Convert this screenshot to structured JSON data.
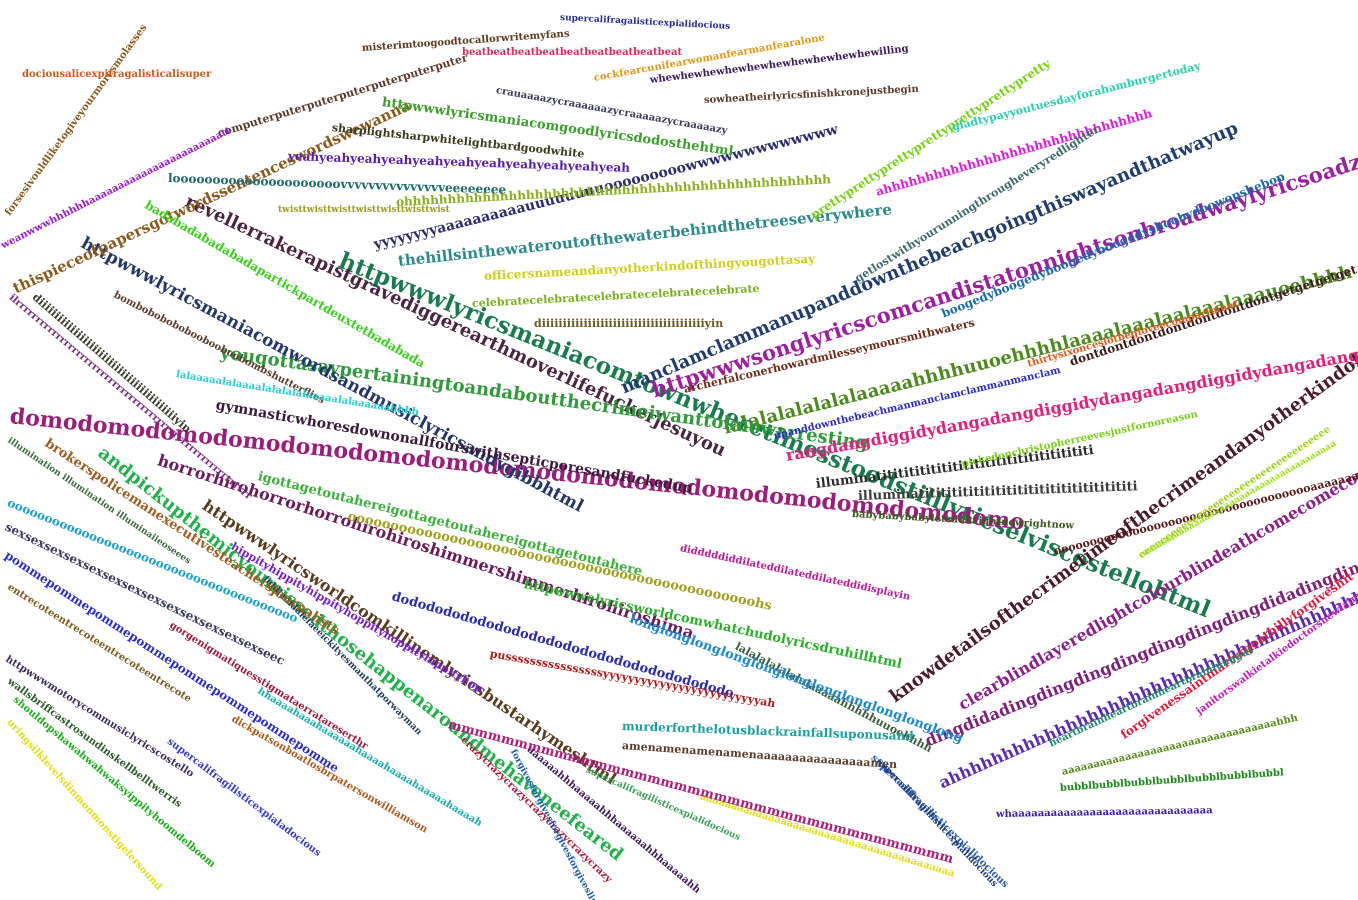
{
  "words": [
    {
      "text": "httpwwwlyricsmaniacomtownwheretimesstoodstilllyricselviscostellohtml",
      "color": "#1a7a4f"
    },
    {
      "text": "domodomodomodomodomodomodomodomodomodomodomodomodomodomodomo",
      "color": "#9b1c7a"
    },
    {
      "text": "httpwwwsonglyricscomcandistatonnightsonbroadwaylyricsoadzcptletahb",
      "color": "#9c1fa0"
    },
    {
      "text": "revellerrakerapistgravediggerearthmoverlifefuckerjesuyou",
      "color": "#4a2340"
    },
    {
      "text": "manclamclammanupanddownthebeachgoingthiswayandthatwayup",
      "color": "#1f3c6e"
    },
    {
      "text": "lalalalalalalalaaaaahhhhuuoehhhhlaaaalaaalaalaaalaaauoehhhh",
      "color": "#4d8a1e"
    },
    {
      "text": "yougottasaypertainingtoandaboutthecrimeiwanttoknowarresting",
      "color": "#2e9a3a"
    },
    {
      "text": "andpickupthemicyoumissedthosehappenaroundmehaveneefeared",
      "color": "#22b04b"
    },
    {
      "text": "horrorhirohorrorhorrohirohiroshimmershimmerhirohiroshima",
      "color": "#6a1a5a"
    },
    {
      "text": "httpwwwlyricsmaniacomwordsandmusiclyricsandygibbhtml",
      "color": "#23356b"
    },
    {
      "text": "knowdetailsofthecrimetimeofthecrimeandanyotherkindofthing",
      "color": "#4a1a2a"
    },
    {
      "text": "rangdangdiggidydangadangdiggidydangadangdiggidydangadang",
      "color": "#e0207a"
    },
    {
      "text": "httpwwwlyricsworldcomkillinemlyricsbustarhymeshtml",
      "color": "#5a3a1a"
    },
    {
      "text": "clearblindlayeredlightcolourblindeathcomecomecomecome",
      "color": "#8a1f8a"
    },
    {
      "text": "dingdidadingdingdingdingdingdingdingdidadingdingding",
      "color": "#7a1f7a"
    },
    {
      "text": "ahhhhhhhhhhhhhhhhhhhhhhhhhhhhhhhhhhhhhhhhhhhh",
      "color": "#5a2ab0"
    },
    {
      "text": "thehillsinthewateroutofthewaterbehindthetreeseverywhere",
      "color": "#2b8a8a"
    },
    {
      "text": "yyyyyyyyaaaaaaaaaauuuuuuuuooooooooowwwwwwwwwwwww",
      "color": "#2a2a6e"
    },
    {
      "text": "thispieceofpapersgotwordssentenceswordswewanna",
      "color": "#8a5a1a"
    },
    {
      "text": "gymnasticwhoresdownonallfourswithsepticporesandfuckedup",
      "color": "#3a1a3a"
    },
    {
      "text": "igottagetoutahereigottagetoutahereigottagetoutahere",
      "color": "#3ab03a"
    },
    {
      "text": "illuminatitititititititititititititititititititi",
      "color": "#2a2a2a"
    },
    {
      "text": "illuminatitititititititititititititititititititi",
      "color": "#3a3a3a"
    },
    {
      "text": "lalalalalalalalaaaaahhhhhuuoehhhh",
      "color": "#3a5a3a"
    },
    {
      "text": "dodododododododododododododododododododo",
      "color": "#2a2ab0"
    },
    {
      "text": "longlonglonglonglonglonglonglonglonglonglong",
      "color": "#1a8ad0"
    },
    {
      "text": "oooooooooooooooooooooooooooooooooooooooooooooooohs",
      "color": "#a0a01a"
    },
    {
      "text": "httpwwwlyricsmaniacomgoodlyricsdodosthehtml",
      "color": "#3aa02a"
    },
    {
      "text": "httpwwwelyricsworldcomwhatchudolyricsdruhillhtml",
      "color": "#2ab02a"
    },
    {
      "text": "murderforthelotusblackrainfallsuponusand",
      "color": "#1aa0a0"
    },
    {
      "text": "ohhhhhhhhhhhhhhhhhhhhhhhhhhhhhhhhhhhhhhhhhhhhhhhhh",
      "color": "#8ab01a"
    },
    {
      "text": "looooooooooooooooooooovvvvvvvvvvvvvvveeeeeeee",
      "color": "#1a6a6a"
    },
    {
      "text": "yeahyeahyeahyeahyeahyeahyeahyeahyeahyeahyeah",
      "color": "#5a1ab0"
    },
    {
      "text": "sharplightsharpwhitelightbardgoodwhite",
      "color": "#3a3a1a"
    },
    {
      "text": "computerputerputerputerputerputerputer",
      "color": "#5a3a2a"
    },
    {
      "text": "prettyprettyprettyprettyprettyprettypretty",
      "color": "#7ad01a"
    },
    {
      "text": "ahhhhhhhhhhhhhhhhhhhhhhhhhhhhhhhh",
      "color": "#e01ae0"
    },
    {
      "text": "gladtypayyoutuesdayforahamburgertoday",
      "color": "#2ad0b0"
    },
    {
      "text": "getlostwithyourunningthrougheveryredlighter",
      "color": "#3a6a6a"
    },
    {
      "text": "boogedyboogedyboogedyboogedyshoobydoowopshebop",
      "color": "#1a6ab0"
    },
    {
      "text": "dontdontdontdontdontdontdontgetgetgetget",
      "color": "#3a1a1a"
    },
    {
      "text": "thirtysixonceslotbegloveecompartment",
      "color": "#e05a1a"
    },
    {
      "text": "officersnameandanyotherkindofthingyougottasay",
      "color": "#d0d01a"
    },
    {
      "text": "celebratecelebratecelebratecelebratecelebrate",
      "color": "#7ab01a"
    },
    {
      "text": "diiiiiiiiiiiiiiiiiiiiiiiiiiiiiiiiiiiiiiiyin",
      "color": "#6a5a1a"
    },
    {
      "text": "badabadabadabadapartickpartdeuxtetbadabada",
      "color": "#3ad01a"
    },
    {
      "text": "bomboboboboboobooboobombshutterflies",
      "color": "#5a3a2a"
    },
    {
      "text": "lalaaaaalalaaaalalalalalaaaaalalaaaaaahhhh",
      "color": "#2ad0d0"
    },
    {
      "text": "archerfalconerhowardmilesseymoursmithwaters",
      "color": "#6a2a1a"
    },
    {
      "text": "upanddownthebeachmanmanclamclammanmanclam",
      "color": "#2a2ad0"
    },
    {
      "text": "pickedonchristopherreevesjustfornoreason",
      "color": "#7ad01a"
    },
    {
      "text": "babybabybabyletsdoitrightnowrightnow",
      "color": "#3a5a1a"
    },
    {
      "text": "ooooooooooooooooooooooooooooooooooooaaaaaaaaa",
      "color": "#5a1a1a"
    },
    {
      "text": "eeeeeeeeeeeeeeeeeeeeeeeeeeeeeeeeeeee",
      "color": "#a0d01a"
    },
    {
      "text": "aaaaaaaaaaaaaaaaaaaaaaaaaaaaaaaaaaaaaaaaa",
      "color": "#e0e01a"
    },
    {
      "text": "forgivenessaintmartyrgoatbillyforgiveshit",
      "color": "#e01a3a"
    },
    {
      "text": "janitorswalkietalkiedoctorsnewfaimit",
      "color": "#c01ac0"
    },
    {
      "text": "heartbrainheartbrainheartbrainlunggut",
      "color": "#1a8a6a"
    },
    {
      "text": "aaaaaaaaaaaaaaaaaaaaaaaaaaaaaaaaaahhh",
      "color": "#5a8a1a"
    },
    {
      "text": "bubblbubblbubblbubblbubblbubblbubbl",
      "color": "#1a8a1a"
    },
    {
      "text": "whaaaaaaaaaaaaaaaaaaaaaaaaaaaaaaa",
      "color": "#3a1ab0"
    },
    {
      "text": "aaaaaaaaaaaaaaaaaaaaaaaaaaaaaaaaaaaaaa",
      "color": "#a0e01a"
    },
    {
      "text": "supercalifragilisticexpialidocious",
      "color": "#2a5ab0"
    },
    {
      "text": "mmmmmmmmmmmmmmmmmmmmmmmmmmmmmmmmmmmmmm",
      "color": "#b01a7a"
    },
    {
      "text": "amenamenamenamenaaaaaaaaaaaaaaaamen",
      "color": "#5a3a2a"
    },
    {
      "text": "supercalifragilisticexpialidocious",
      "color": "#3aa05a"
    },
    {
      "text": "crazycrazycrazycrazycrazycrazycrazy",
      "color": "#b01a3a"
    },
    {
      "text": "forgivesforgivesforgivesforgiveslimit",
      "color": "#1a5ab0"
    },
    {
      "text": "aaaaaahhhaaaaahhhaaaaaahhhaaaaahh",
      "color": "#3a1a5a"
    },
    {
      "text": "pussssssssssssssssyyyyyyyyyyyyyyyyyyyyyyyyyah",
      "color": "#b01a1a"
    },
    {
      "text": "hippityhippityhippityhoppityhoppityhippityhop",
      "color": "#7a1ad0"
    },
    {
      "text": "hhaaaahaaahaaaaaahaaaahaaaahaaaaahaaaah",
      "color": "#1ab0b0"
    },
    {
      "text": "didddddiddilateddilateddilateddidisplayin",
      "color": "#c01a9a"
    },
    {
      "text": "gorgenigmatiquesstigmataerratareserthr",
      "color": "#a01a3a"
    },
    {
      "text": "dickpatsonboatlosbrpatersonwilliamson",
      "color": "#b05a1a"
    },
    {
      "text": "fiddlediddiefaeeickityesmanthatporwayman",
      "color": "#1a3a5a"
    },
    {
      "text": "brokerspolicemanexecutivesteachersjournalists",
      "color": "#a05a1a"
    },
    {
      "text": "sexsexsexsexsexsexsexsexsexsexsexsexsexseec",
      "color": "#3a3a5a"
    },
    {
      "text": "ooooooooooooooooooooooooooooooooooooooo",
      "color": "#1aa0d0"
    },
    {
      "text": "pommepommepommepommepommepommepommepomme",
      "color": "#2a2ad0"
    },
    {
      "text": "entrecoteentrecoteentrecoteentrecote",
      "color": "#7a5a1a"
    },
    {
      "text": "httpwwwmotorycommusiclyricscostello",
      "color": "#3a2a5a"
    },
    {
      "text": "wallsbriffcastrosundinskellbelltwerris",
      "color": "#2a5a2a"
    },
    {
      "text": "shouldopshawahwahwaksyippityhoomdelboom",
      "color": "#1ab01a"
    },
    {
      "text": "uringsilklevelsdinmonmonstigelersound",
      "color": "#e0e01a"
    },
    {
      "text": "supercalifragilisticexpialadocious",
      "color": "#3a3ad0"
    },
    {
      "text": "illumination illumination illuminaiieoseees",
      "color": "#3a6a3a"
    },
    {
      "text": "ilrrrrrrrrrrrrrrrrrrrrrrrrrrrrrrrrrrrrrrrrrrrrrrrrrrrrrrrrrr",
      "color": "#7a2a7a"
    },
    {
      "text": "diiiiiiiiiiiiiiiiiiiiiiiiiiiiiiiiiiiiiiiiiiiyin",
      "color": "#3a3a2a"
    },
    {
      "text": "forsesivouldliketogiveyourmoresmolasses",
      "color": "#8a5a1a"
    },
    {
      "text": "weanwwwhhhhhhaaaaaaaaaaaaaaaaaaaaaaatt",
      "color": "#9a1ad0"
    },
    {
      "text": "dociousalicexpifragalisticalisuper",
      "color": "#d05a1a"
    },
    {
      "text": "misterimtoogoodtocallorwritemyfans",
      "color": "#5a3a1a"
    },
    {
      "text": "supercalifragalisticexpialidocious",
      "color": "#2a2a9a"
    },
    {
      "text": "beatbeatbeatbeatbeatbeatbeatbeatbeat",
      "color": "#e02a5a"
    },
    {
      "text": "cockfearcunifearwomanfearmanfearalone",
      "color": "#e09a1a"
    },
    {
      "text": "whewhewhewhewhewhewhewhewhewhewilling",
      "color": "#3a1a5a"
    },
    {
      "text": "crauaaaazycraaaaaazycraaaaazycraaaaazy",
      "color": "#3a3a5a"
    },
    {
      "text": "sowheatheirlyricsfinishkronejustbegin",
      "color": "#5a3a2a"
    },
    {
      "text": "twisttwisttwisttwisttwisttwisttwist",
      "color": "#9aa01a"
    },
    {
      "text": "superaalifragillisticexpialidocious",
      "color": "#1a3a7a"
    }
  ]
}
